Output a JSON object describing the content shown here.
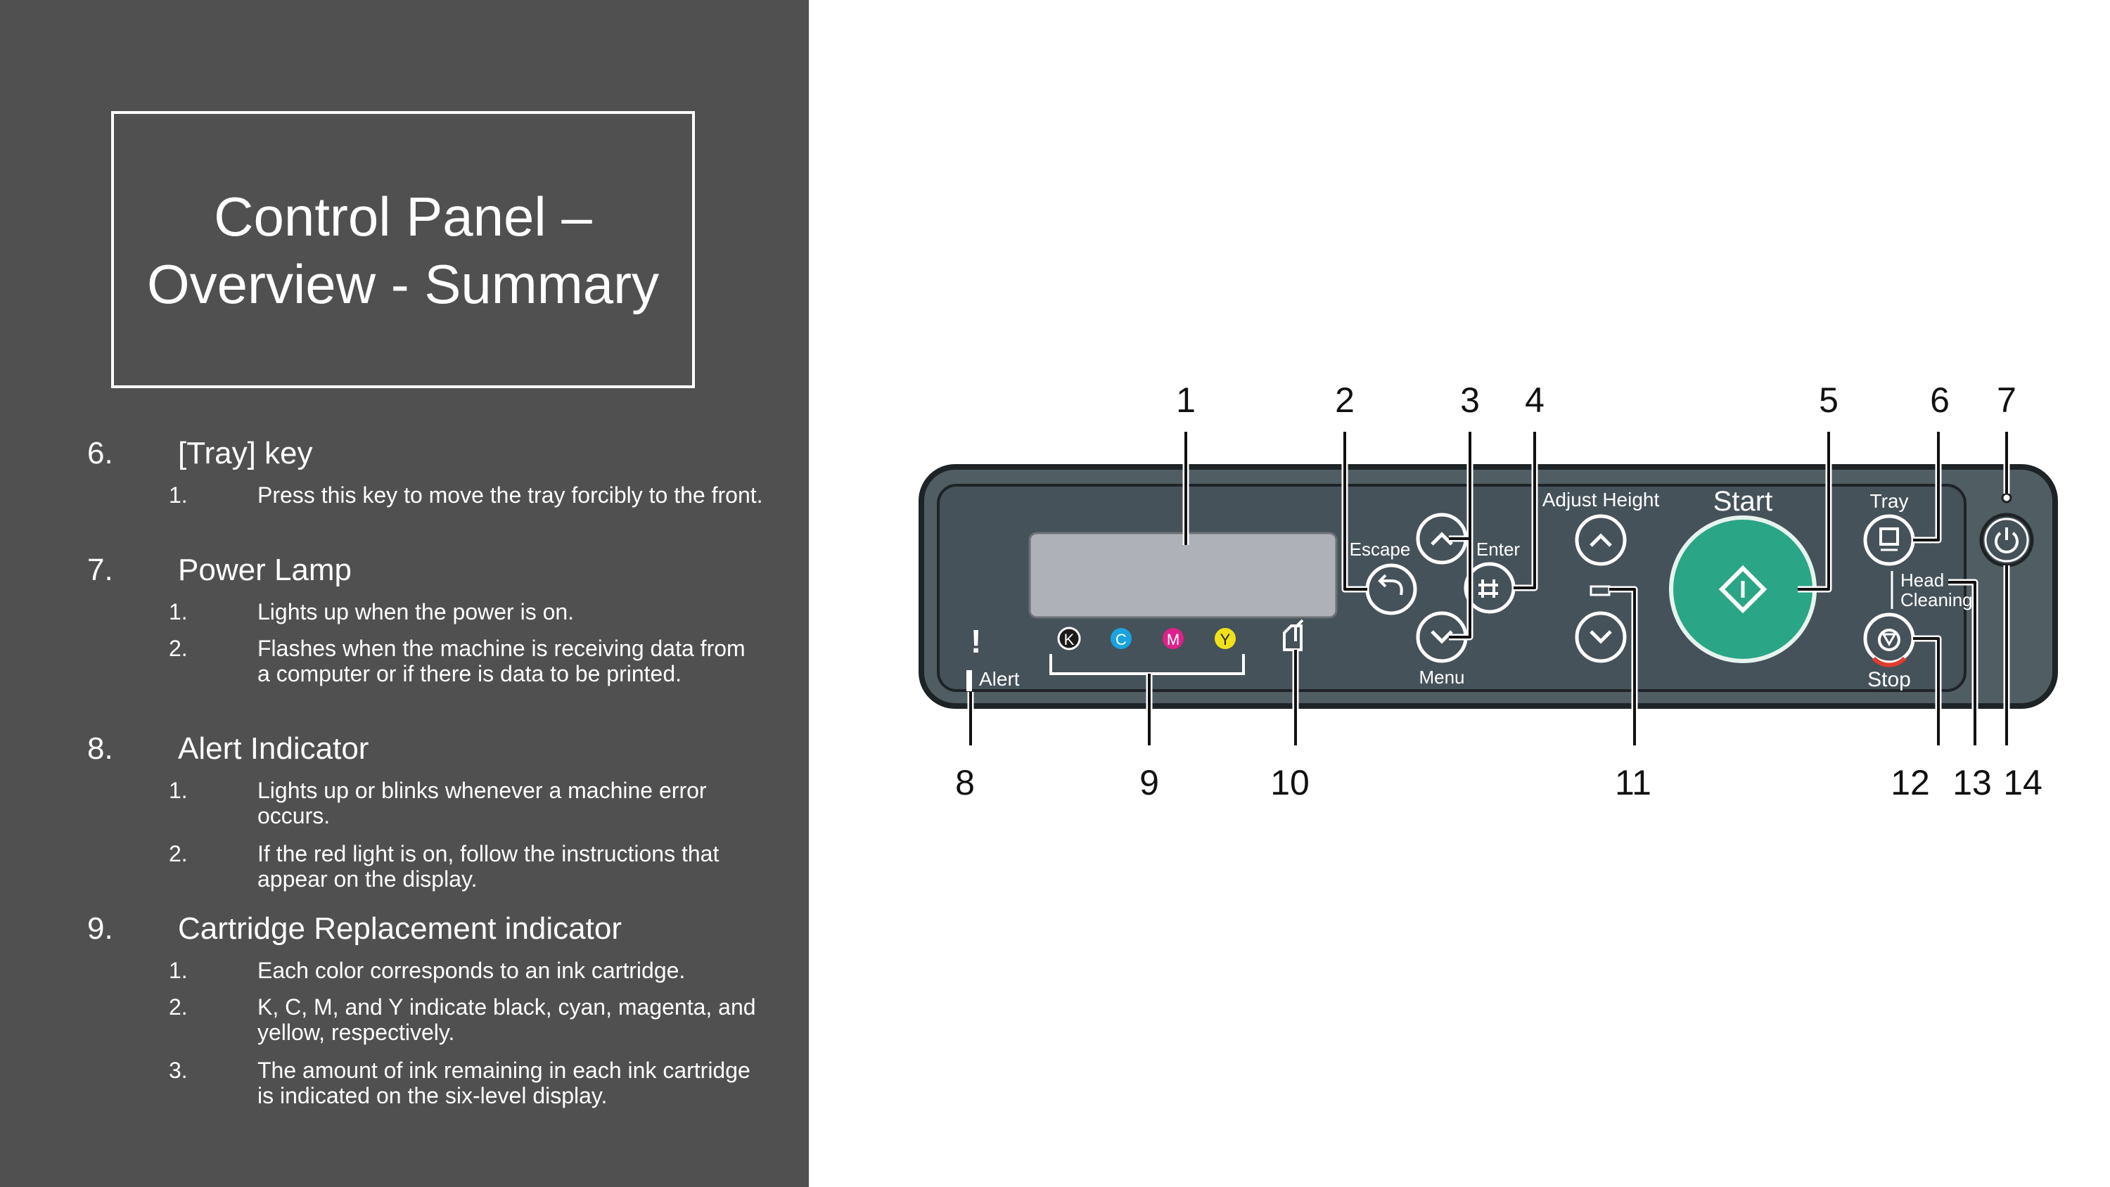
{
  "slide": {
    "title_line1": "Control Panel –",
    "title_line2": "Overview - Summary"
  },
  "items": [
    {
      "num": "6.",
      "heading": "[Tray] key",
      "subs": [
        {
          "num": "1.",
          "text": "Press this key to move the tray forcibly to the front."
        }
      ]
    },
    {
      "num": "7.",
      "heading": "Power Lamp",
      "subs": [
        {
          "num": "1.",
          "text": "Lights up when the power is on."
        },
        {
          "num": "2.",
          "text": "Flashes when the machine is receiving data from a computer or if there is data to be printed."
        }
      ]
    },
    {
      "num": "8.",
      "heading": "Alert Indicator",
      "subs": [
        {
          "num": "1.",
          "text": "Lights up or blinks whenever a machine error occurs."
        },
        {
          "num": "2.",
          "text": "If the red light is on, follow the instructions that appear on the display."
        }
      ]
    },
    {
      "num": "9.",
      "heading": "Cartridge Replacement indicator",
      "subs": [
        {
          "num": "1.",
          "text": "Each color corresponds to an ink cartridge."
        },
        {
          "num": "2.",
          "text": "K, C, M, and Y indicate black, cyan, magenta, and yellow, respectively."
        },
        {
          "num": "3.",
          "text": "The amount of ink remaining in each ink cartridge is indicated on the six-level display."
        }
      ]
    }
  ],
  "panel": {
    "callouts_top": [
      "1",
      "2",
      "3",
      "4",
      "5",
      "6",
      "7"
    ],
    "callouts_bottom": [
      "8",
      "9",
      "10",
      "11",
      "12",
      "13",
      "14"
    ],
    "labels": {
      "escape": "Escape",
      "enter": "Enter",
      "menu": "Menu",
      "adjust_height": "Adjust Height",
      "start": "Start",
      "tray": "Tray",
      "head": "Head",
      "cleaning": "Cleaning",
      "stop": "Stop",
      "alert": "Alert",
      "alert_mark": "!",
      "ink_k": "K",
      "ink_c": "C",
      "ink_m": "M",
      "ink_y": "Y"
    },
    "colors": {
      "panel_body": "#505d63",
      "panel_inner": "#46525a",
      "display": "#aeb2b8",
      "start_green": "#2aa585",
      "ink_k": "#1a1a1a",
      "ink_c": "#1aa3e0",
      "ink_m": "#e0208a",
      "ink_y": "#f2e01a",
      "stop_red": "#e23b2e"
    }
  }
}
